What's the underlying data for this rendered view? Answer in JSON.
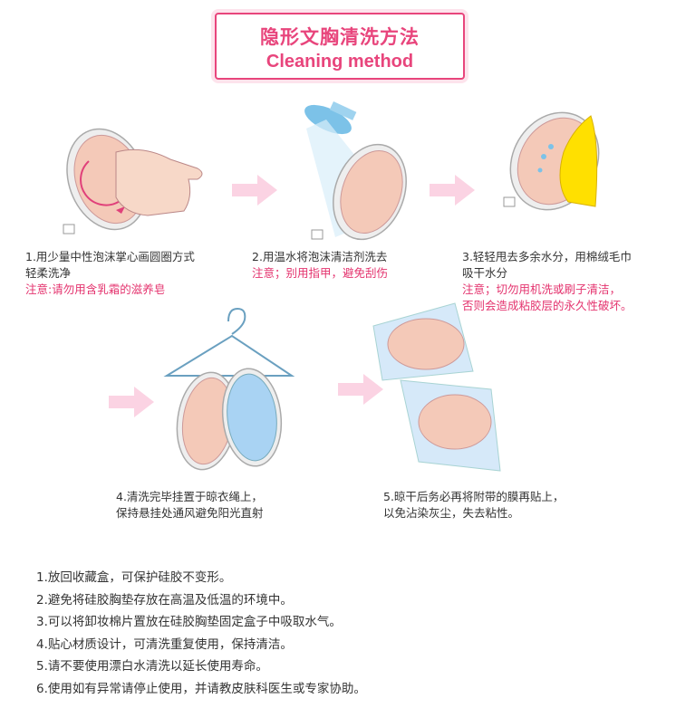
{
  "title": {
    "cn": "隐形文胸清洗方法",
    "en": "Cleaning method"
  },
  "steps": [
    {
      "line1": "1.用少量中性泡沫掌心画圆圈方式",
      "line2": "轻柔洗净",
      "note": "注意:请勿用含乳霜的滋养皂"
    },
    {
      "line1": "2.用温水将泡沫清洁剂洗去",
      "note": "注意；别用指甲，避免刮伤"
    },
    {
      "line1": "3.轻轻甩去多余水分，用棉绒毛巾",
      "line2": "吸干水分",
      "note1": "注意；切勿用机洗或刷子清洁，",
      "note2": "否则会造成粘胶层的永久性破坏。"
    },
    {
      "line1": "4.清洗完毕挂置于晾衣绳上，",
      "line2": "保持悬挂处通风避免阳光直射"
    },
    {
      "line1": "5.晾干后务必再将附带的膜再贴上，",
      "line2": "以免沾染灰尘，失去粘性。"
    }
  ],
  "tips": [
    "1.放回收藏盒，可保护硅胶不变形。",
    "2.避免将硅胶胸垫存放在高温及低温的环境中。",
    "3.可以将卸妆棉片置放在硅胶胸垫固定盒子中吸取水气。",
    "4.贴心材质设计，可清洗重复使用，保持清洁。",
    "5.请不要使用漂白水清洗以延长使用寿命。",
    "6.使用如有异常请停止使用，并请教皮肤科医生或专家协助。"
  ],
  "colors": {
    "accent": "#e8457c",
    "warn": "#e4336e",
    "arrow": "#fbd3e3",
    "pad": "#f4c9b8",
    "blue": "#a9d3f3"
  }
}
